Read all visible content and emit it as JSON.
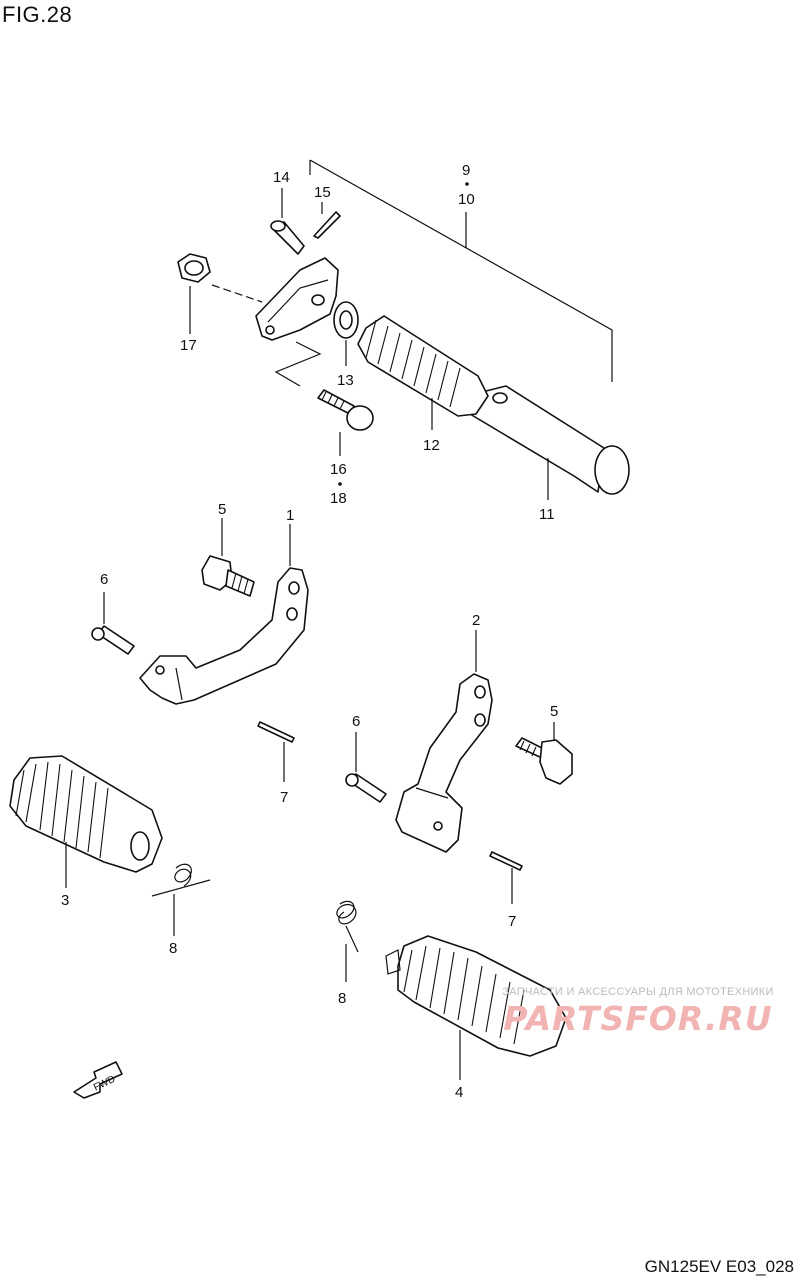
{
  "figure": {
    "title": "FIG.28",
    "code": "GN125EV E03_028"
  },
  "watermark": {
    "caption": "ЗАПЧАСТИ И АКСЕССУАРЫ ДЛЯ МОТОТЕХНИКИ",
    "logo": "PARTSFOR.RU",
    "color": "#f2b3b3"
  },
  "fwd_label": "FWD",
  "callouts": {
    "p1": "1",
    "p2": "2",
    "p3": "3",
    "p4": "4",
    "p5a": "5",
    "p5b": "5",
    "p6a": "6",
    "p6b": "6",
    "p7a": "7",
    "p7b": "7",
    "p8a": "8",
    "p8b": "8",
    "p9": "9",
    "p10": "10",
    "p11": "11",
    "p12": "12",
    "p13": "13",
    "p14": "14",
    "p15": "15",
    "p16": "16",
    "p17": "17",
    "p18": "18"
  }
}
